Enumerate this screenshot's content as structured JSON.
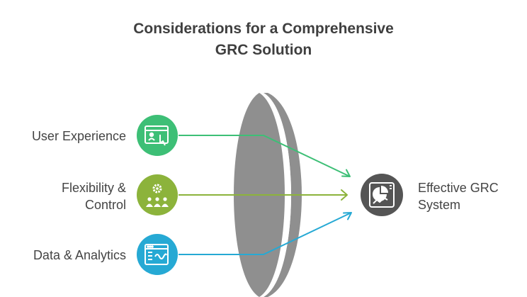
{
  "title": {
    "line1": "Considerations for a Comprehensive",
    "line2": "GRC Solution"
  },
  "inputs": [
    {
      "label": "User Experience",
      "color": "#3dbf76",
      "icon": "user-click-icon"
    },
    {
      "label_line1": "Flexibility &",
      "label_line2": "Control",
      "color": "#8cb33b",
      "icon": "team-settings-icon"
    },
    {
      "label": "Data & Analytics",
      "color": "#26a9d4",
      "icon": "analytics-dashboard-icon"
    }
  ],
  "output": {
    "label_line1": "Effective GRC",
    "label_line2": "System",
    "color": "#555555",
    "icon": "dashboard-chart-icon"
  },
  "lens": {
    "color": "#8f8f8f"
  }
}
